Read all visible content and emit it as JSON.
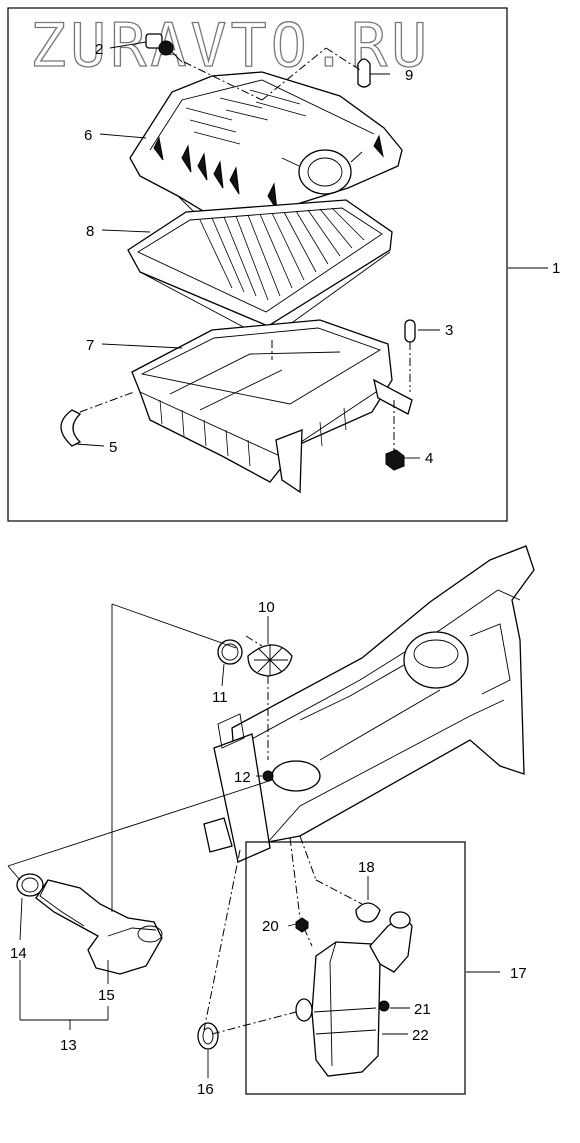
{
  "watermark": "ZURAVTO.RU",
  "callouts": [
    "1",
    "2",
    "3",
    "4",
    "5",
    "6",
    "7",
    "8",
    "9",
    "10",
    "11",
    "12",
    "13",
    "14",
    "15",
    "16",
    "17",
    "18",
    "20",
    "21",
    "22"
  ]
}
